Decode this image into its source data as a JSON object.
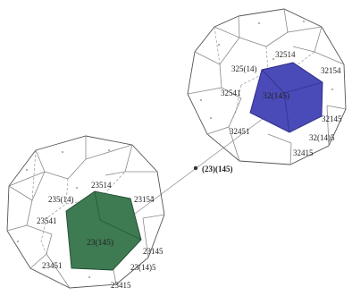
{
  "diagram": {
    "middle_label": "(23)(145)",
    "colors": {
      "face_left": "#3e7a52",
      "face_right": "#4a4ab8",
      "edge": "#8a8a8a"
    },
    "left_polytope": {
      "center_label": "23(145)",
      "labels": [
        "235(14)",
        "23514",
        "23154",
        "23541",
        "23145",
        "23(14)5",
        "23451",
        "23415"
      ]
    },
    "right_polytope": {
      "center_label": "32(145)",
      "labels": [
        "325(14)",
        "32514",
        "32154",
        "32541",
        "32145",
        "32(14)5",
        "32451",
        "32415"
      ]
    }
  }
}
